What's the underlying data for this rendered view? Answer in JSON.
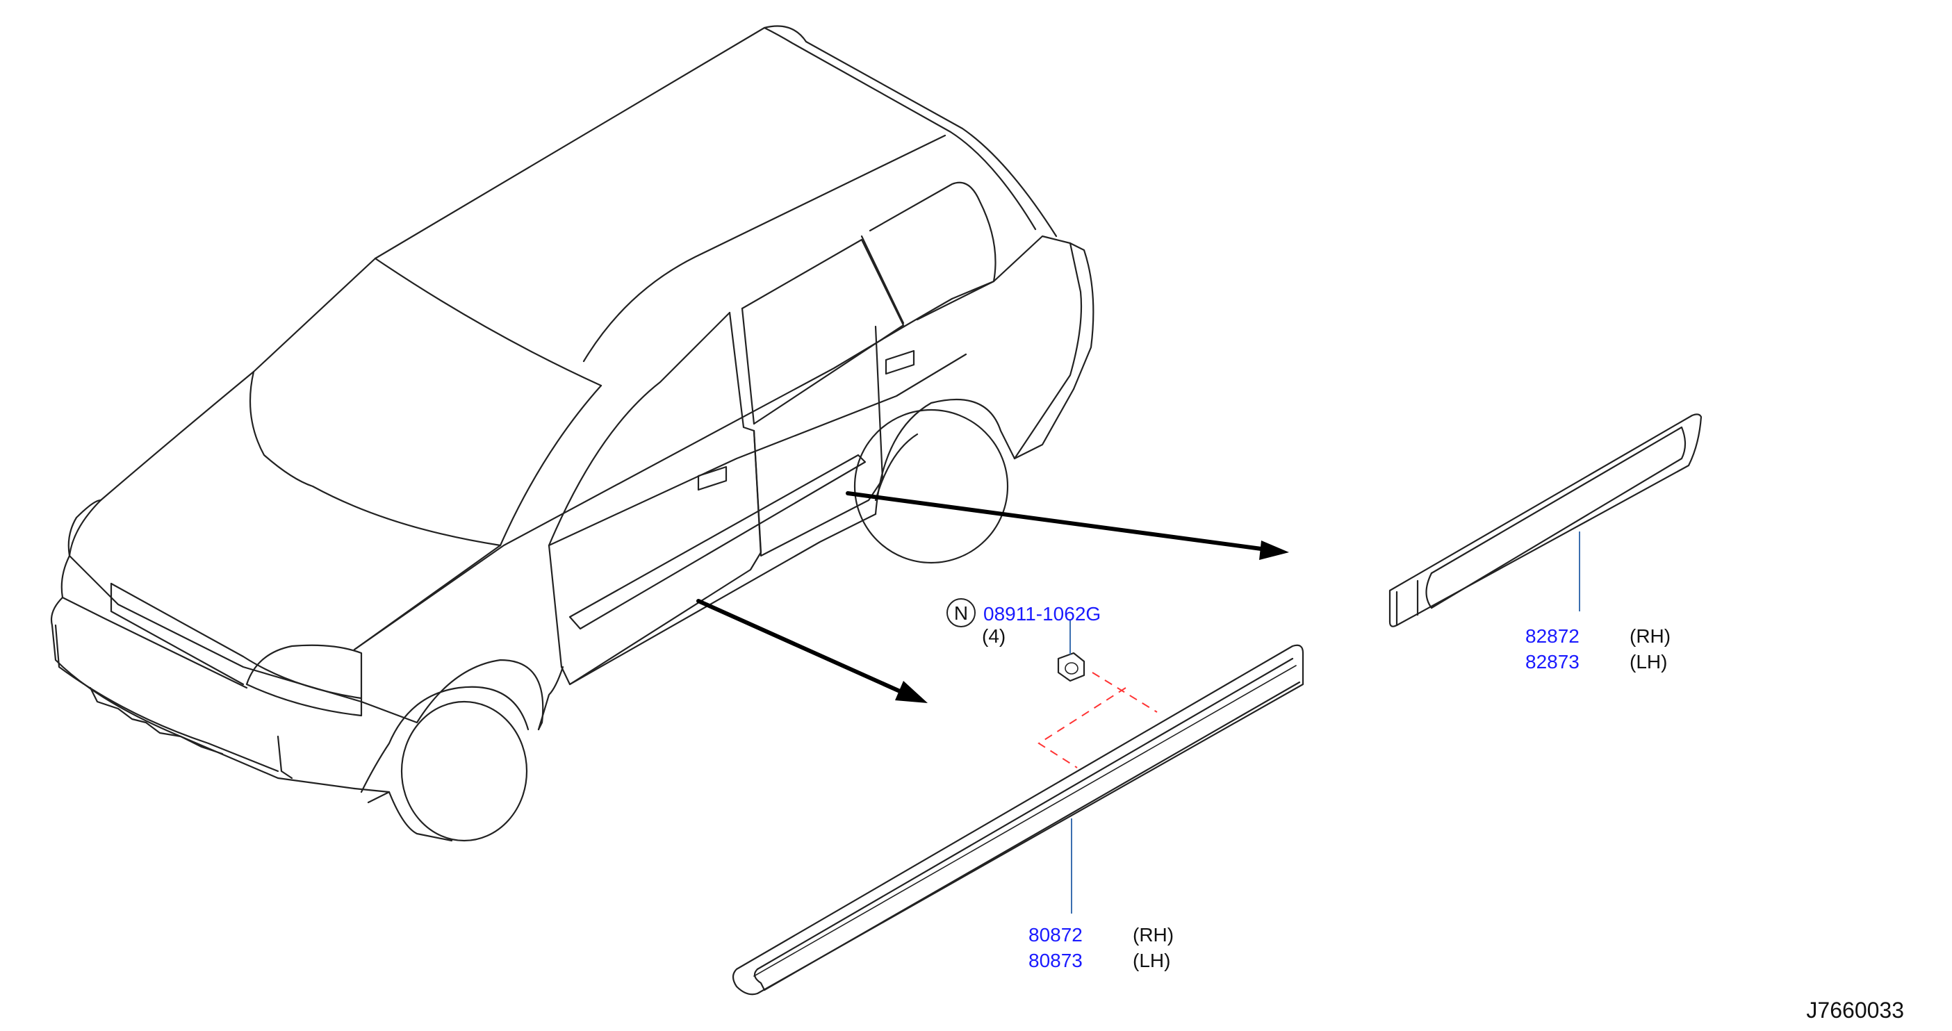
{
  "fastener": {
    "badge": "N",
    "part_number": "08911-1062G",
    "quantity": "(4)"
  },
  "front_molding": {
    "parts": [
      {
        "number": "80872",
        "side": "(RH)"
      },
      {
        "number": "80873",
        "side": "(LH)"
      }
    ]
  },
  "rear_molding": {
    "parts": [
      {
        "number": "82872",
        "side": "(RH)"
      },
      {
        "number": "82873",
        "side": "(LH)"
      }
    ]
  },
  "diagram_ref": "J7660033",
  "colors": {
    "part_number": "#1a1aff",
    "leader": "#3b6fb0",
    "hidden_line": "#ff3333",
    "outline": "#222222"
  }
}
